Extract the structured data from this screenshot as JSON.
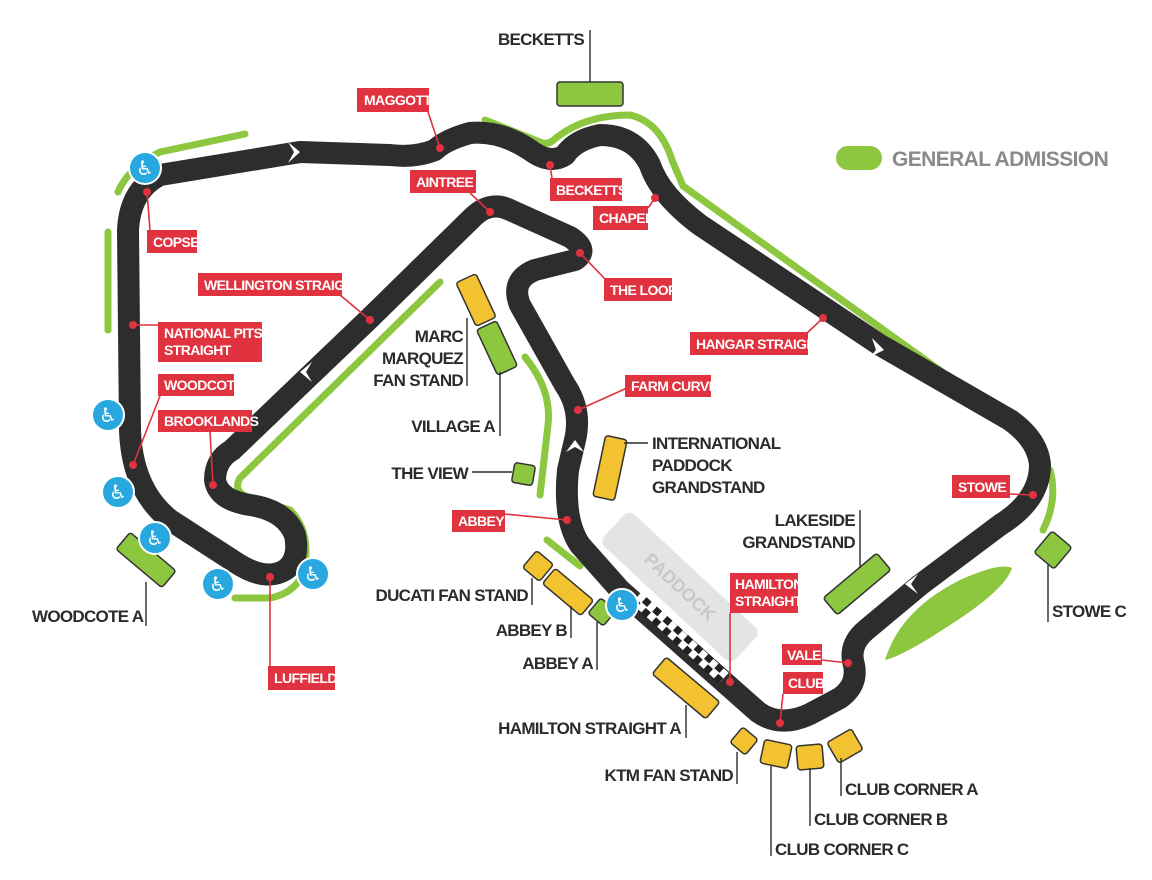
{
  "legend": {
    "label": "GENERAL ADMISSION",
    "color": "#8dc63f"
  },
  "colors": {
    "track": "#2d2d2d",
    "corner_label": "#e0323f",
    "grandstand": "#f2c230",
    "general_admission": "#8dc63f",
    "accessible": "#29a8e0",
    "paddock": "#e4e4e4"
  },
  "corners": {
    "maggotts": "MAGGOTTS",
    "aintree": "AINTREE",
    "becketts": "BECKETTS",
    "chapel": "CHAPEL",
    "the_loop": "THE LOOP",
    "copse": "COPSE",
    "wellington": "WELLINGTON STRAIGHT",
    "national_pits": [
      "NATIONAL PITS",
      "STRAIGHT"
    ],
    "woodcote": "WOODCOTE",
    "brooklands": "BROOKLANDS",
    "luffield": "LUFFIELD",
    "farm_curve": "FARM CURVE",
    "hangar": "HANGAR STRAIGHT",
    "abbey": "ABBEY",
    "hamilton": [
      "HAMILTON",
      "STRAIGHT"
    ],
    "vale": "VALE",
    "club": "CLUB",
    "stowe": "STOWE"
  },
  "stands": {
    "becketts": "BECKETTS",
    "marc_marquez": [
      "MARC",
      "MARQUEZ",
      "FAN STAND"
    ],
    "village_a": "VILLAGE A",
    "the_view": "THE VIEW",
    "international": [
      "INTERNATIONAL",
      "PADDOCK",
      "GRANDSTAND"
    ],
    "lakeside": [
      "LAKESIDE",
      "GRANDSTAND"
    ],
    "stowe_c": "STOWE C",
    "woodcote_a": "WOODCOTE A",
    "ducati": "DUCATI FAN STAND",
    "abbey_b": "ABBEY B",
    "abbey_a": "ABBEY A",
    "hamilton_a": "HAMILTON STRAIGHT A",
    "ktm": "KTM FAN STAND",
    "club_a": "CLUB CORNER A",
    "club_b": "CLUB CORNER B",
    "club_c": "CLUB CORNER C"
  },
  "paddock": "PADDOCK",
  "wheelchair_glyph": "♿"
}
